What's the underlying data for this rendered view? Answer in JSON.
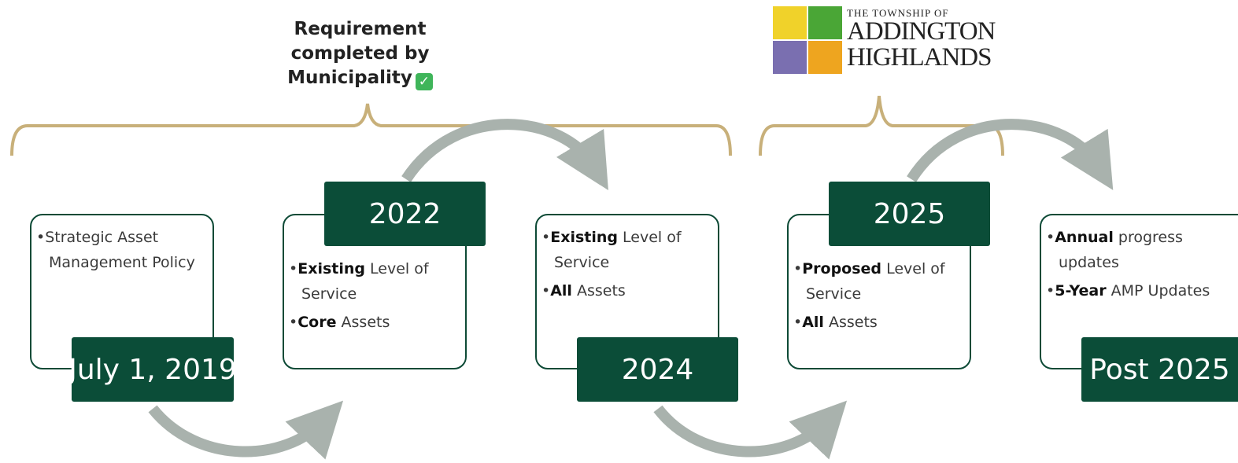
{
  "note": {
    "line1": "Requirement",
    "line2": "completed by",
    "line3": "Municipality",
    "check_icon": "check-mark-icon"
  },
  "logo": {
    "small": "THE TOWNSHIP OF",
    "line1": "ADDINGTON",
    "line2": "HIGHLANDS"
  },
  "colors": {
    "green": "#0b4d38",
    "bracket": "#c8b07a",
    "arrow": "#a9b2ad"
  },
  "stages": [
    {
      "year": "July 1, 2019",
      "bullets": [
        {
          "bold": "",
          "text": "Strategic Asset",
          "cont": "Management Policy"
        }
      ]
    },
    {
      "year": "2022",
      "bullets": [
        {
          "bold": "Existing",
          "text": " Level of",
          "cont": "Service"
        },
        {
          "bold": "Core",
          "text": " Assets"
        }
      ]
    },
    {
      "year": "2024",
      "bullets": [
        {
          "bold": "Existing",
          "text": " Level of",
          "cont": "Service"
        },
        {
          "bold": "All",
          "text": " Assets"
        }
      ]
    },
    {
      "year": "2025",
      "bullets": [
        {
          "bold": "Proposed",
          "text": " Level of",
          "cont": "Service"
        },
        {
          "bold": "All",
          "text": " Assets"
        }
      ]
    },
    {
      "year": "Post 2025",
      "bullets": [
        {
          "bold": "Annual",
          "text": " progress",
          "cont": "updates"
        },
        {
          "bold": "5-Year",
          "text": " AMP Updates"
        }
      ]
    }
  ]
}
